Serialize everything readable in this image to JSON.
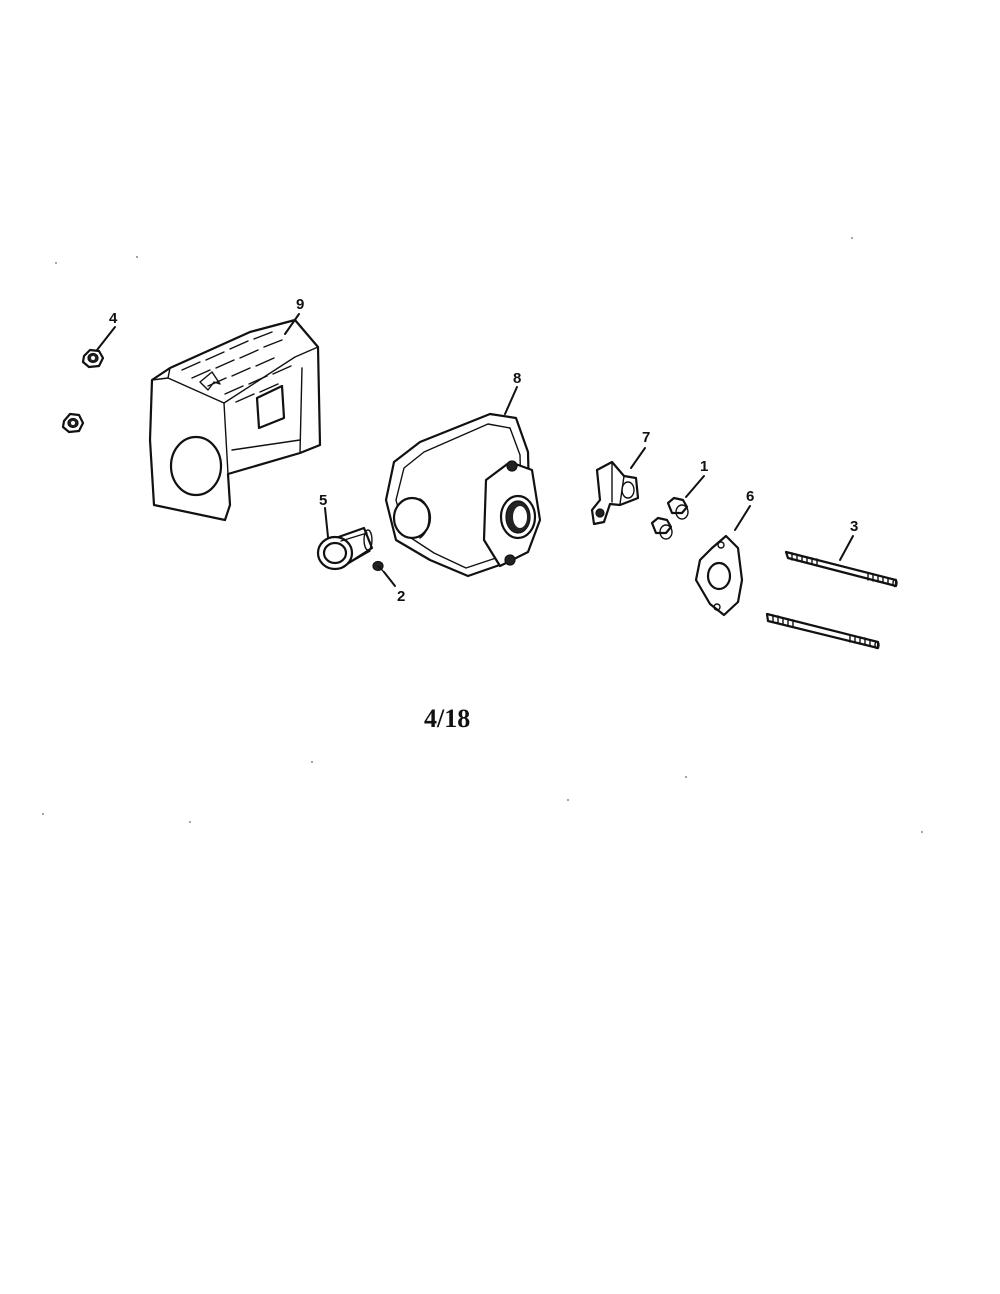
{
  "callouts": {
    "c1": "1",
    "c2": "2",
    "c3": "3",
    "c4": "4",
    "c5": "5",
    "c6": "6",
    "c7": "7",
    "c8": "8",
    "c9": "9"
  },
  "page_number": "4/18"
}
